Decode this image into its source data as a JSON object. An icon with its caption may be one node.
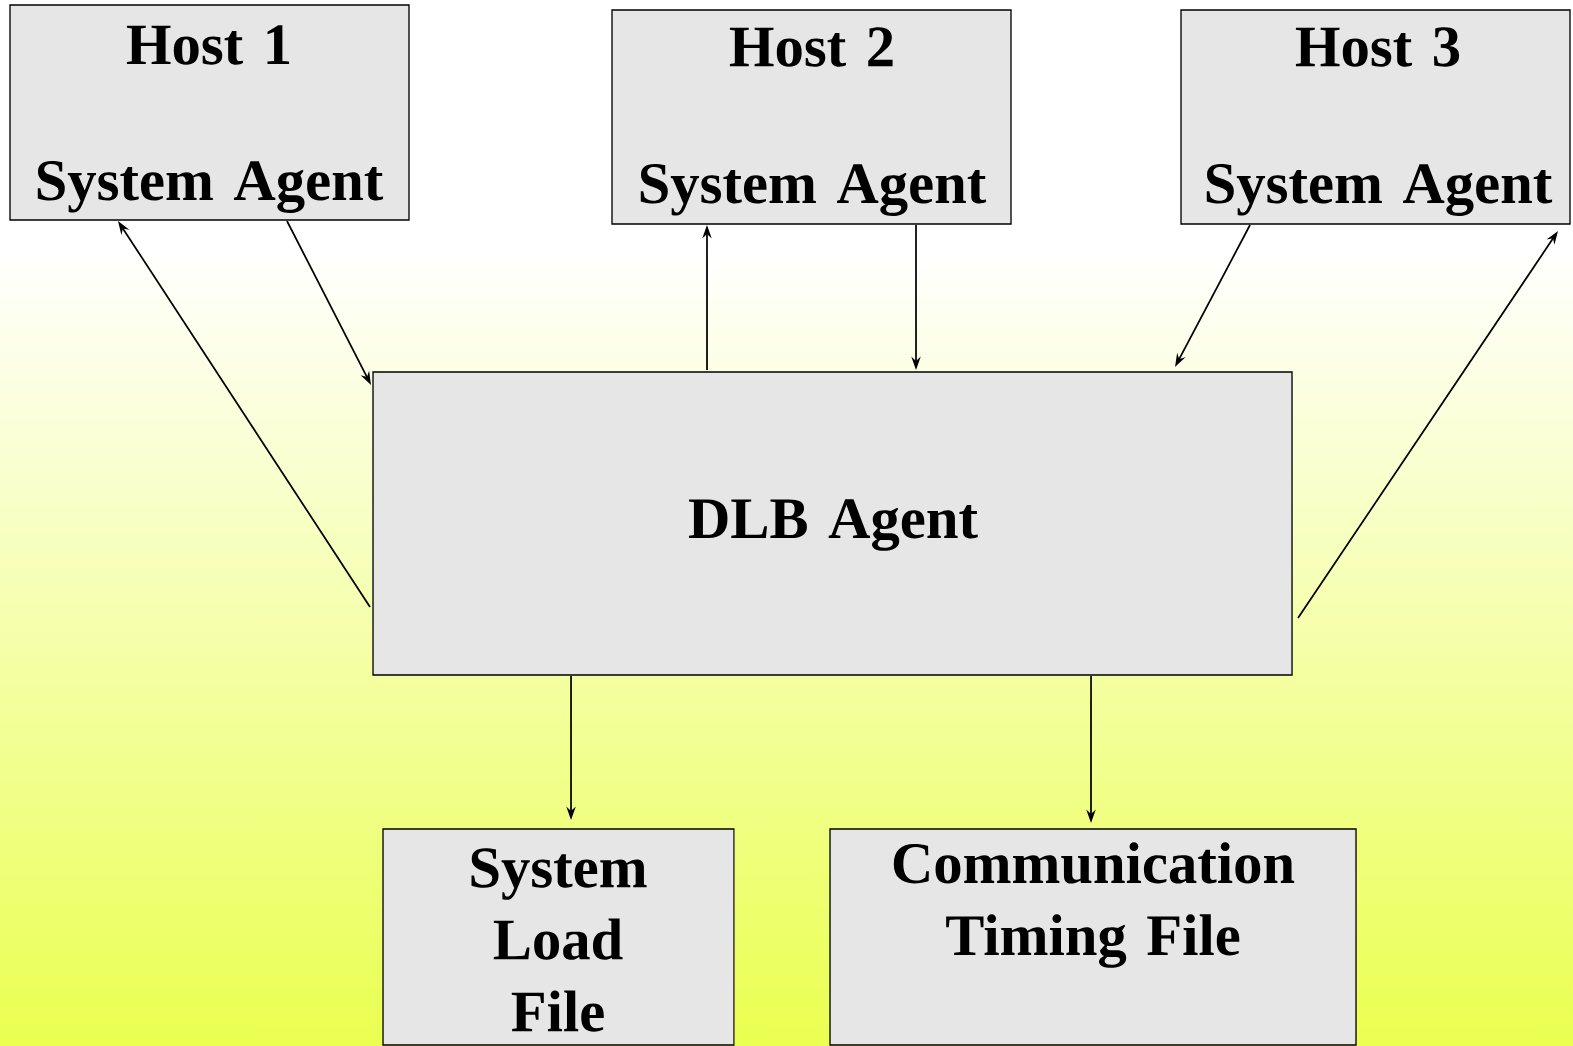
{
  "diagram": {
    "nodes": [
      {
        "text": [
          "Host 1",
          "System Agent"
        ]
      },
      {
        "text": [
          "Host 2",
          "System Agent"
        ]
      },
      {
        "text": [
          "Host 3",
          "System Agent"
        ]
      },
      {
        "text": [
          "DLB Agent"
        ]
      },
      {
        "text": [
          "System Load File"
        ]
      },
      {
        "text": [
          "Communication Timing File"
        ]
      }
    ],
    "edges": [
      {
        "from": 3,
        "to": 0,
        "arrow": "to"
      },
      {
        "from": 0,
        "to": 3,
        "arrow": "to"
      },
      {
        "from": 3,
        "to": 1,
        "arrow": "to"
      },
      {
        "from": 1,
        "to": 3,
        "arrow": "to"
      },
      {
        "from": 2,
        "to": 3,
        "arrow": "to"
      },
      {
        "from": 3,
        "to": 2,
        "arrow": "to"
      },
      {
        "from": 3,
        "to": 4,
        "arrow": "to"
      },
      {
        "from": 3,
        "to": 5,
        "arrow": "to"
      }
    ]
  }
}
